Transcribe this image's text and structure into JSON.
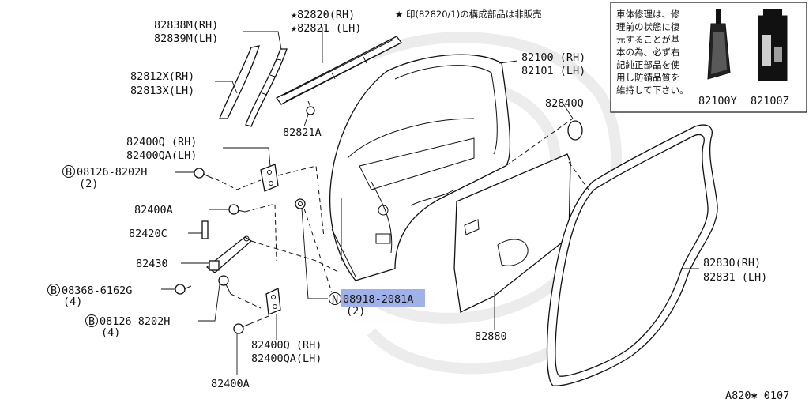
{
  "notes": {
    "star_note": "★ 印(82820/1)の構成部品は非販売",
    "box_text_lines": [
      "車体修理は、修",
      "理前の状態に復",
      "元することが基",
      "本の為、必ず右",
      "記純正部品を使",
      "用し防錆品質を",
      "維持して下さい。"
    ]
  },
  "labels": {
    "p82838": "82838M(RH)",
    "p82839": "82839M(LH)",
    "p82820": "★82820(RH)",
    "p82821": "★82821 (LH)",
    "p82812": "82812X(RH)",
    "p82813": "82813X(LH)",
    "p82821a": "82821A",
    "p82100": "82100 (RH)",
    "p82101": "82101 (LH)",
    "p82840q": "82840Q",
    "p82400q_top": "82400Q  (RH)",
    "p82400qa_top": "82400QA(LH)",
    "p08126_top": "08126-8202H",
    "p08126_top_qty": "(2)",
    "p82400a_mid": "82400A",
    "p82420c": "82420C",
    "p82430": "82430",
    "p08368": "08368-6162G",
    "p08368_qty": "(4)",
    "p08126_bot": "08126-8202H",
    "p08126_bot_qty": "(4)",
    "p08918": "08918-2081A",
    "p08918_qty": "(2)",
    "p82400q_bot": "82400Q  (RH)",
    "p82400qa_bot": "82400QA(LH)",
    "p82400a_bot": "82400A",
    "p82880": "82880",
    "p82830": "82830(RH)",
    "p82831": "82831 (LH)",
    "p82100y": "82100Y",
    "p82100z": "82100Z",
    "ref": "A820✱ 0107"
  },
  "prefix": {
    "b": "B",
    "n": "N"
  },
  "highlight_color": "#9fb1e8",
  "ink_color": "#111111"
}
